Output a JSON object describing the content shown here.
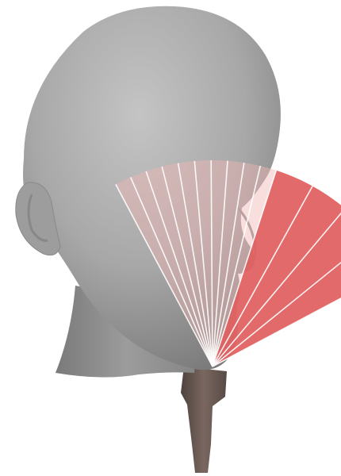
{
  "scene": {
    "subject": "head-model",
    "colors": {
      "background": "#ffffff",
      "head_light": "#b4b4b4",
      "head_mid": "#9a9a9a",
      "head_dark": "#6f6f6f",
      "neck_stand": "#6e5d57",
      "fan_translucent": "#f2b6b6",
      "fan_solid": "#e06262",
      "fan_lines": "#ffffff"
    },
    "fan": {
      "translucent_sector_count": 10,
      "solid_sector_count": 4
    }
  }
}
